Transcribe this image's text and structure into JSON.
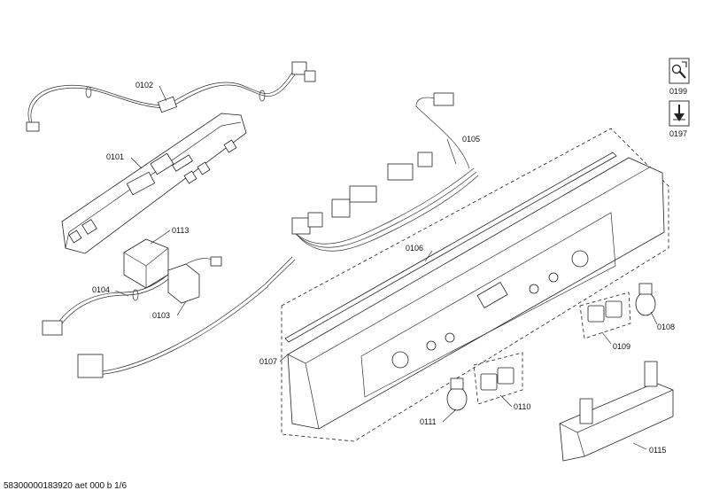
{
  "part_labels": {
    "p0101": "0101",
    "p0102": "0102",
    "p0103": "0103",
    "p0104": "0104",
    "p0105": "0105",
    "p0106": "0106",
    "p0107": "0107",
    "p0108": "0108",
    "p0109": "0109",
    "p0110": "0110",
    "p0111": "0111",
    "p0113": "0113",
    "p0115": "0115"
  },
  "side_icons": {
    "i0199": {
      "label": "0199",
      "icon": "wrench-tool-icon"
    },
    "i0197": {
      "label": "0197",
      "icon": "screwdriver-tool-icon"
    }
  },
  "footer": "58300000183920 aet 000 b 1/6"
}
